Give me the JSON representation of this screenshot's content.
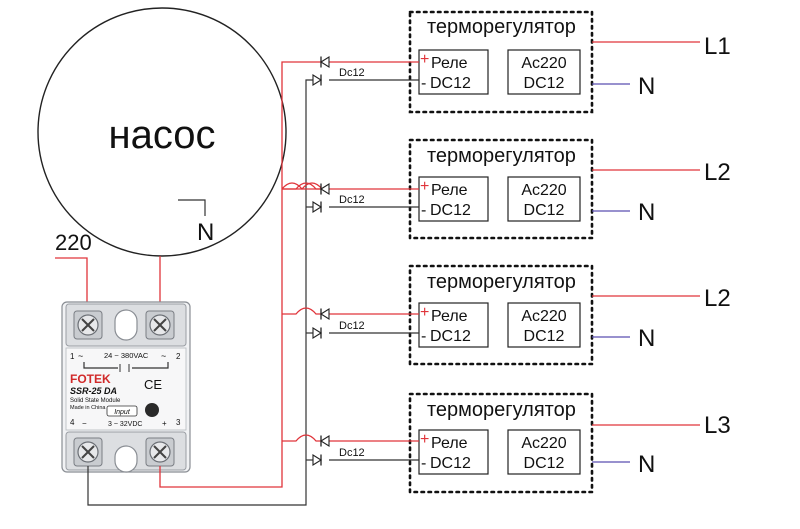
{
  "pump": {
    "label": "насос"
  },
  "pump_neutral": "N",
  "supply_label": "220",
  "ssr": {
    "brand": "FOTEK",
    "model": "SSR-25 DA",
    "subtitle": "Solid State Module",
    "origin": "Made in China",
    "ac_range": "24 ~ 380VAC",
    "input_label": "Input",
    "dc_range": "3 ~ 32VDC",
    "ce_mark": "CE",
    "terminal_1": "1",
    "terminal_2": "2",
    "terminal_3": "3",
    "terminal_4": "4",
    "ac_symbol_left": "~",
    "ac_symbol_right": "~",
    "minus": "−",
    "plus": "+"
  },
  "thermostats": [
    {
      "title": "терморегулятор",
      "relay_plus": "+",
      "relay_label": "Реле",
      "relay_minus": "-",
      "relay_dc": "DC12",
      "power_ac": "Ac220",
      "power_dc": "DC12",
      "diode_label": "Dc12",
      "line": "L1",
      "neutral": "N"
    },
    {
      "title": "терморегулятор",
      "relay_plus": "+",
      "relay_label": "Реле",
      "relay_minus": "-",
      "relay_dc": "DC12",
      "power_ac": "Ac220",
      "power_dc": "DC12",
      "diode_label": "Dc12",
      "line": "L2",
      "neutral": "N"
    },
    {
      "title": "терморегулятор",
      "relay_plus": "+",
      "relay_label": "Реле",
      "relay_minus": "-",
      "relay_dc": "DC12",
      "power_ac": "Ac220",
      "power_dc": "DC12",
      "diode_label": "Dc12",
      "line": "L2",
      "neutral": "N"
    },
    {
      "title": "терморегулятор",
      "relay_plus": "+",
      "relay_label": "Реле",
      "relay_minus": "-",
      "relay_dc": "DC12",
      "power_ac": "Ac220",
      "power_dc": "DC12",
      "diode_label": "Dc12",
      "line": "L3",
      "neutral": "N"
    }
  ],
  "colors": {
    "phase_wire": "#e0343a",
    "neutral_wire": "#5a4fb0",
    "dc_wire": "#333333"
  }
}
